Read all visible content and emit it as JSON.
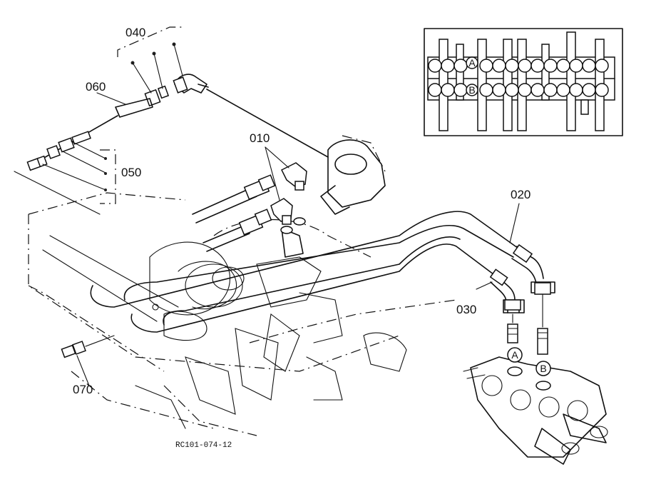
{
  "labels": {
    "p010": "010",
    "p020": "020",
    "p030": "030",
    "p040": "040",
    "p050": "050",
    "p060": "060",
    "p070": "070"
  },
  "ports": {
    "a_inset": "A",
    "b_inset": "B",
    "a_main": "A",
    "b_main": "B"
  },
  "drawing_code": "RC101-074-12"
}
